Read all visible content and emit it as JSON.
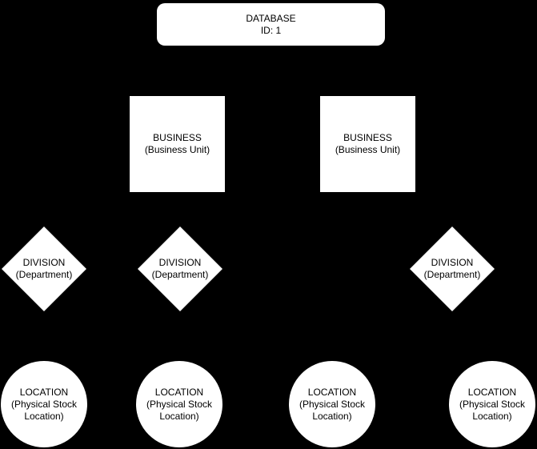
{
  "colors": {
    "background": "#000000",
    "node_fill": "#ffffff",
    "node_text": "#000000"
  },
  "nodes": {
    "database": {
      "shape": "rounded-rectangle",
      "label": "DATABASE\nID: 1"
    },
    "business": [
      {
        "shape": "square",
        "label": "BUSINESS\n(Business Unit)"
      },
      {
        "shape": "square",
        "label": "BUSINESS\n(Business Unit)"
      }
    ],
    "division": [
      {
        "shape": "diamond",
        "label": "DIVISION\n(Department)"
      },
      {
        "shape": "diamond",
        "label": "DIVISION\n(Department)"
      },
      {
        "shape": "diamond",
        "label": "DIVISION\n(Department)"
      }
    ],
    "location": [
      {
        "shape": "circle",
        "label": "LOCATION\n(Physical Stock\nLocation)"
      },
      {
        "shape": "circle",
        "label": "LOCATION\n(Physical Stock\nLocation)"
      },
      {
        "shape": "circle",
        "label": "LOCATION\n(Physical Stock\nLocation)"
      },
      {
        "shape": "circle",
        "label": "LOCATION\n(Physical Stock\nLocation)"
      }
    ]
  }
}
